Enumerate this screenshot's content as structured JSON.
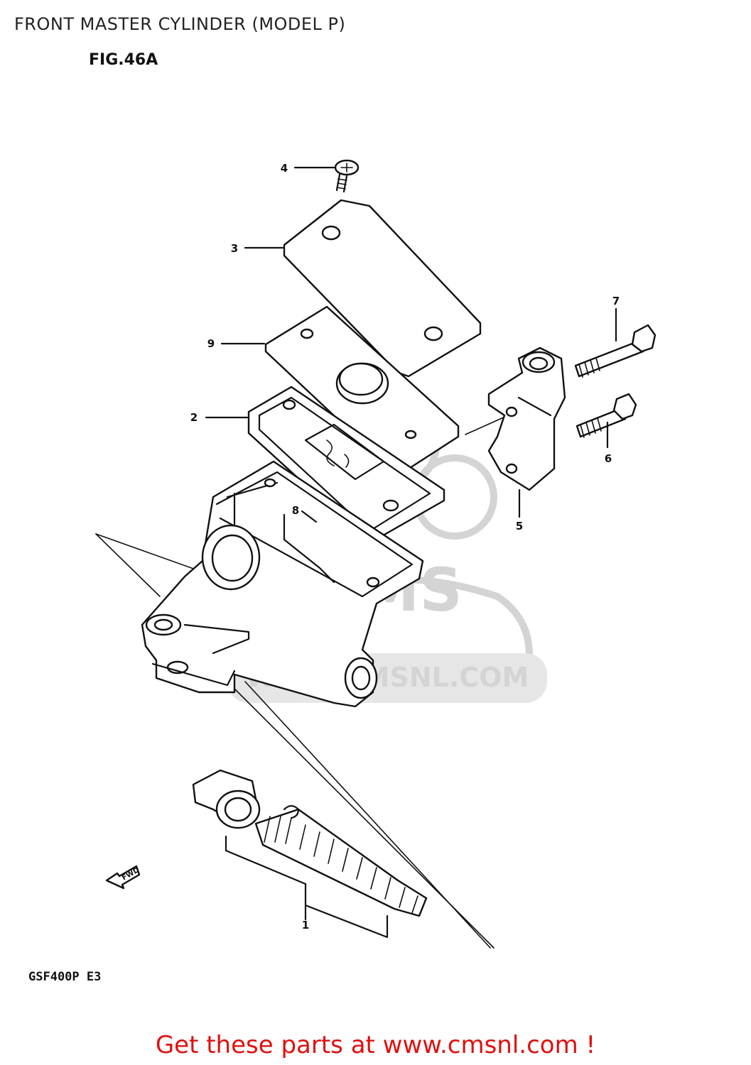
{
  "header": {
    "title": "FRONT MASTER CYLINDER (MODEL P)",
    "figure": "FIG.46A"
  },
  "watermark": {
    "logo_text": "CMS",
    "url_text": "WWW.CMSNL.COM"
  },
  "callouts": {
    "c1": "1",
    "c2": "2",
    "c3": "3",
    "c4": "4",
    "c5": "5",
    "c6": "6",
    "c7": "7",
    "c8": "8",
    "c9": "9"
  },
  "direction_arrow": "FWD",
  "model_code": "GSF400P E3",
  "footer": {
    "link_text": "Get these parts at www.cmsnl.com !",
    "link_color": "#e01010"
  }
}
